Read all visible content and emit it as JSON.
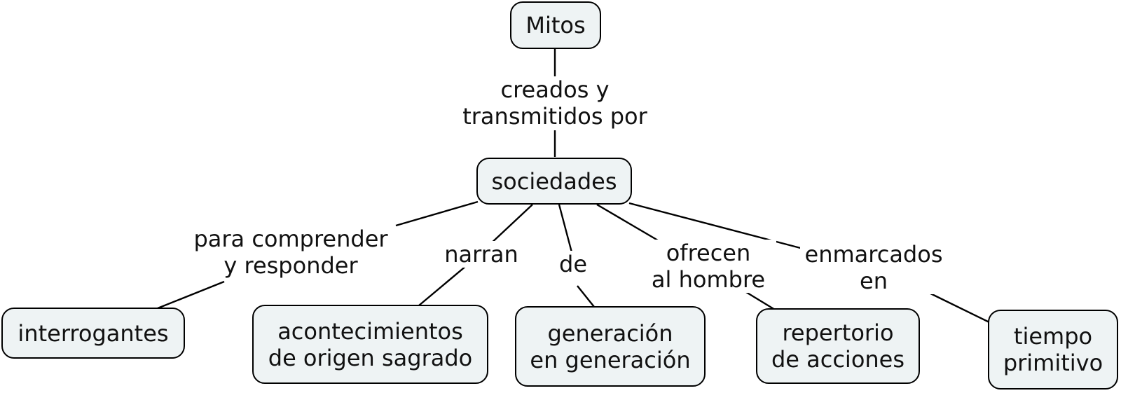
{
  "nodes": {
    "mitos": "Mitos",
    "sociedades": "sociedades",
    "interrogantes": "interrogantes",
    "acontecimientos": "acontecimientos\nde origen sagrado",
    "generacion": "generación\nen generación",
    "repertorio": "repertorio\nde acciones",
    "tiempo": "tiempo\nprimitivo"
  },
  "links": {
    "creados": "creados y\ntransmitidos por",
    "para": "para comprender\ny responder",
    "narran": "narran",
    "de": "de",
    "ofrecen": "ofrecen\nal hombre",
    "enmarcados": "enmarcados\nen"
  },
  "colors": {
    "node_fill": "#eef3f4",
    "stroke": "#000000"
  }
}
